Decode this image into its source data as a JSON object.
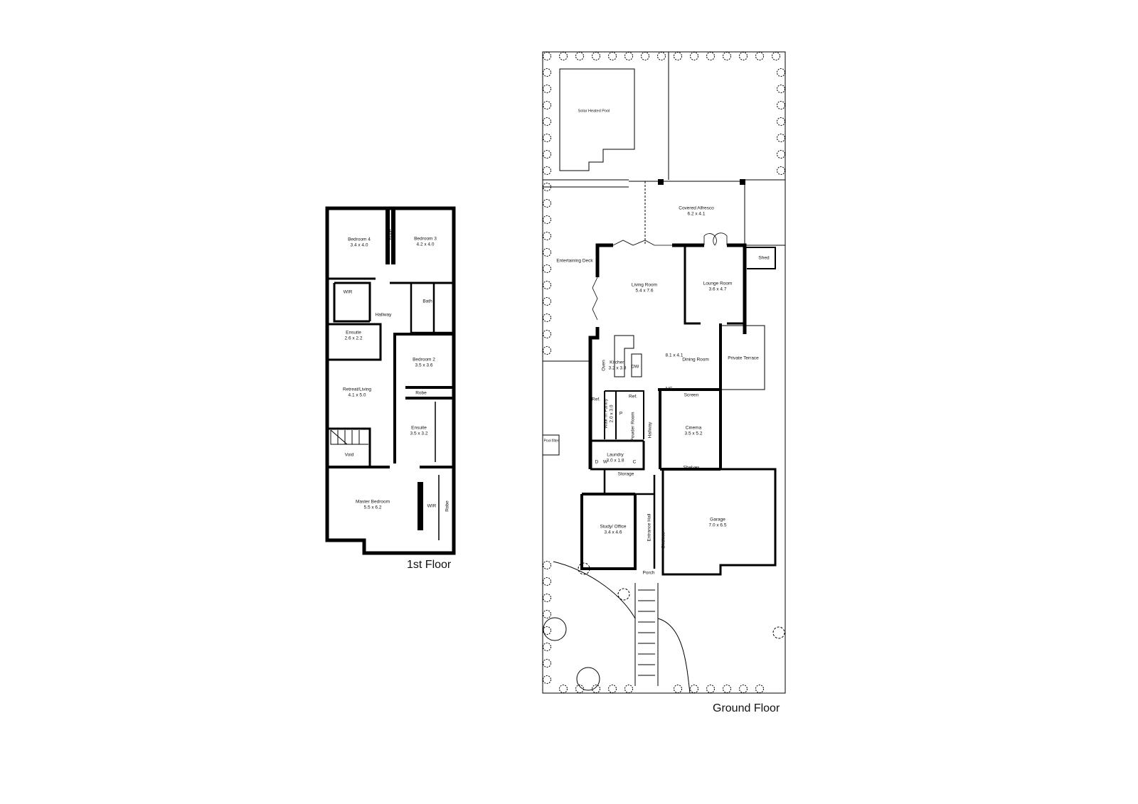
{
  "first_floor": {
    "title": "1st Floor",
    "rooms": [
      {
        "name": "Bedroom 4",
        "dims": "3.4 x 4.0"
      },
      {
        "name": "Robe"
      },
      {
        "name": "Bedroom 3",
        "dims": "4.2 x 4.0"
      },
      {
        "name": "WIR"
      },
      {
        "name": "Bath"
      },
      {
        "name": "Hallway"
      },
      {
        "name": "Ensuite",
        "dims": "2.6 x 2.2"
      },
      {
        "name": "Bedroom 2",
        "dims": "3.5 x 3.6"
      },
      {
        "name": "Retreat/Living",
        "dims": "4.1 x 5.0"
      },
      {
        "name": "Robe"
      },
      {
        "name": "Ensuite",
        "dims": "3.5 x 3.2"
      },
      {
        "name": "Void"
      },
      {
        "name": "Master Bedroom",
        "dims": "5.5 x 6.2"
      },
      {
        "name": "WIR"
      },
      {
        "name": "Robe"
      }
    ]
  },
  "ground_floor": {
    "title": "Ground Floor",
    "rooms": [
      {
        "name": "Solar Heated Pool"
      },
      {
        "name": "Covered Alfresco",
        "dims": "6.2 x 4.1"
      },
      {
        "name": "Entertaining Deck"
      },
      {
        "name": "Shed"
      },
      {
        "name": "Living Room",
        "dims": "5.4 x 7.6"
      },
      {
        "name": "Lounge Room",
        "dims": "3.6 x 4.7"
      },
      {
        "dims": "8.1 x 4.1"
      },
      {
        "name": "Kitchen",
        "dims": "3.2 x 3.8"
      },
      {
        "name": "Dining Room"
      },
      {
        "name": "Private Terrace"
      },
      {
        "name": "Oven"
      },
      {
        "name": "DW"
      },
      {
        "name": "A/C"
      },
      {
        "name": "Screen"
      },
      {
        "name": "Ref."
      },
      {
        "name": "Ref."
      },
      {
        "name": "P"
      },
      {
        "name": "Walk In Pantry",
        "dims": "2.0 x 3.0"
      },
      {
        "name": "Powder Room"
      },
      {
        "name": "Hallway"
      },
      {
        "name": "Cinema",
        "dims": "3.5 x 5.2"
      },
      {
        "name": "Pool filter"
      },
      {
        "name": "Laundry",
        "dims": "3.0 x 1.8"
      },
      {
        "name": "D"
      },
      {
        "name": "W"
      },
      {
        "name": "C"
      },
      {
        "name": "Shelves"
      },
      {
        "name": "Storage"
      },
      {
        "name": "Study/ Office",
        "dims": "3.4 x 4.6"
      },
      {
        "name": "Entrance Hall"
      },
      {
        "name": "Shelves"
      },
      {
        "name": "Garage",
        "dims": "7.0 x 6.5"
      },
      {
        "name": "Porch"
      }
    ]
  }
}
